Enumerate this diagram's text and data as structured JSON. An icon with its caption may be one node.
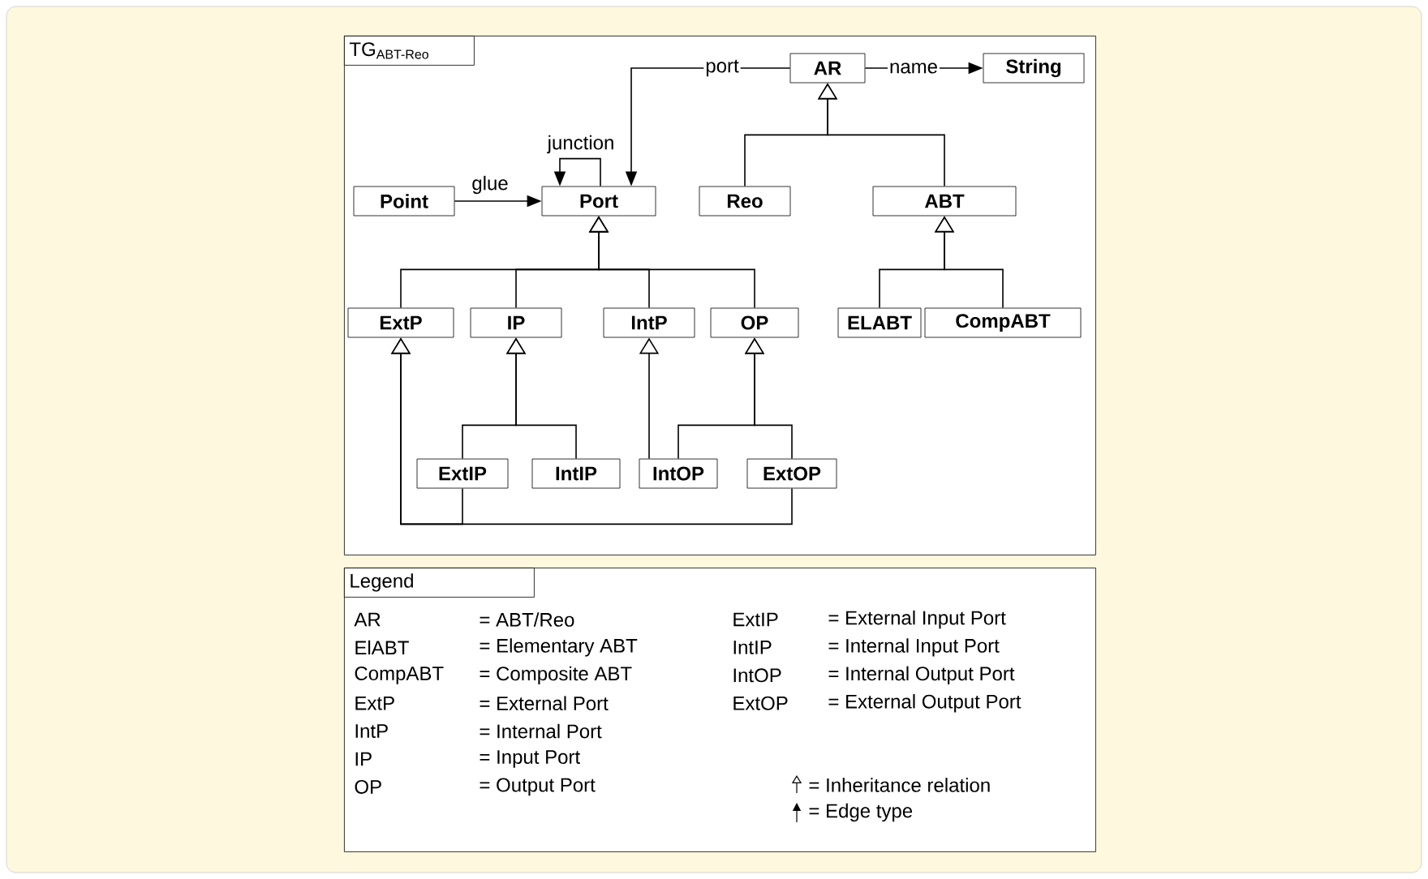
{
  "diagram": {
    "nodes": [
      {
        "text": [
          "TG$_{ABT-Reo}$"
        ]
      },
      {
        "text": [
          "AR"
        ],
        "in": 0
      },
      {
        "text": [
          "String"
        ],
        "in": 0
      },
      {
        "text": [
          "Point"
        ],
        "in": 0
      },
      {
        "text": [
          "Port"
        ],
        "in": 0
      },
      {
        "text": [
          "Reo"
        ],
        "in": 0
      },
      {
        "text": [
          "ABT"
        ],
        "in": 0
      },
      {
        "text": [
          "ExtP"
        ],
        "in": 0
      },
      {
        "text": [
          "IP"
        ],
        "in": 0
      },
      {
        "text": [
          "IntP"
        ],
        "in": 0
      },
      {
        "text": [
          "OP"
        ],
        "in": 0
      },
      {
        "text": [
          "ELABT"
        ],
        "in": 0
      },
      {
        "text": [
          "CompABT"
        ],
        "in": 0
      },
      {
        "text": [
          "ExtIP"
        ],
        "in": 0
      },
      {
        "text": [
          "IntIP"
        ],
        "in": 0
      },
      {
        "text": [
          "IntOP"
        ],
        "in": 0
      },
      {
        "text": [
          "ExtOP"
        ],
        "in": 0
      },
      {
        "text": [
          "Legend"
        ]
      }
    ],
    "edges": [
      {
        "from": 1,
        "to": 4,
        "arrow": "to",
        "label": "port"
      },
      {
        "from": 1,
        "to": 2,
        "arrow": "to",
        "label": "name"
      },
      {
        "from": 4,
        "to": 4,
        "arrow": "to",
        "label": "junction"
      },
      {
        "from": 3,
        "to": 4,
        "arrow": "to",
        "label": "glue"
      },
      {
        "from": 5,
        "to": 1,
        "arrow": "to"
      },
      {
        "from": 6,
        "to": 1,
        "arrow": "to"
      },
      {
        "from": 7,
        "to": 4,
        "arrow": "to"
      },
      {
        "from": 8,
        "to": 4,
        "arrow": "to"
      },
      {
        "from": 9,
        "to": 4,
        "arrow": "to"
      },
      {
        "from": 10,
        "to": 4,
        "arrow": "to"
      },
      {
        "from": 11,
        "to": 6,
        "arrow": "to"
      },
      {
        "from": 12,
        "to": 6,
        "arrow": "to"
      },
      {
        "from": 13,
        "to": 8,
        "arrow": "to"
      },
      {
        "from": 14,
        "to": 8,
        "arrow": "to"
      },
      {
        "from": 15,
        "to": 9,
        "arrow": "to"
      },
      {
        "from": 15,
        "to": 10,
        "arrow": "to"
      },
      {
        "from": 16,
        "to": 10,
        "arrow": "to"
      },
      {
        "from": 13,
        "to": 7,
        "arrow": "to"
      },
      {
        "from": 16,
        "to": 7,
        "arrow": "to"
      }
    ],
    "labels": [
      "AR",
      "= ABT/Reo",
      "ExtIP",
      "= External Input Port",
      "ElABT",
      "= Elementary ABT",
      "IntIP",
      "= Internal Input Port",
      "CompABT",
      "= Composite ABT",
      "IntOP",
      "= Internal Output Port",
      "ExtP",
      "= External Port",
      "ExtOP",
      "= External Output Port",
      "IntP",
      "= Internal Port",
      "IP",
      "= Input Port",
      "OP",
      "= Output Port"
    ],
    "legend": [
      {
        "text": "= Inheritance relation"
      },
      {
        "text": "= Edge type"
      }
    ]
  }
}
